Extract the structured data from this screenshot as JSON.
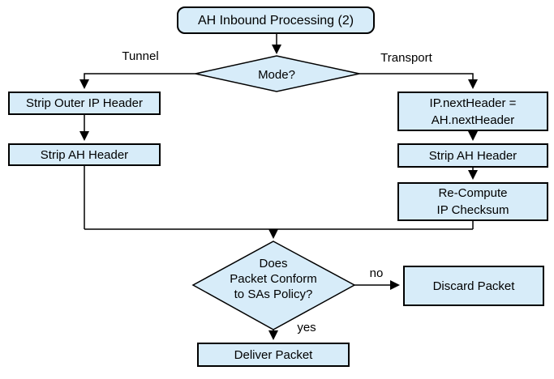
{
  "diagram": {
    "title": "AH Inbound Processing (2)",
    "colors": {
      "node_fill": "#d7ecf9",
      "node_border": "#000000",
      "text": "#000000",
      "background": "#ffffff"
    },
    "nodes": {
      "start": {
        "type": "terminator",
        "lines": [
          "AH Inbound Processing (2)"
        ]
      },
      "mode_decision": {
        "type": "decision",
        "lines": [
          "Mode?"
        ]
      },
      "strip_outer_ip": {
        "type": "process",
        "lines": [
          "Strip Outer IP Header"
        ]
      },
      "strip_ah_tunnel": {
        "type": "process",
        "lines": [
          "Strip AH Header"
        ]
      },
      "ip_next_header": {
        "type": "process",
        "lines": [
          "IP.nextHeader =",
          "AH.nextHeader"
        ]
      },
      "strip_ah_transport": {
        "type": "process",
        "lines": [
          "Strip AH Header"
        ]
      },
      "recompute_checksum": {
        "type": "process",
        "lines": [
          "Re-Compute",
          "IP Checksum"
        ]
      },
      "policy_decision": {
        "type": "decision",
        "lines": [
          "Does",
          "Packet Conform",
          "to SAs Policy?"
        ]
      },
      "discard_packet": {
        "type": "process",
        "lines": [
          "Discard Packet"
        ]
      },
      "deliver_packet": {
        "type": "process",
        "lines": [
          "Deliver Packet"
        ]
      }
    },
    "edges": [
      {
        "from": "start",
        "to": "mode_decision",
        "label": ""
      },
      {
        "from": "mode_decision",
        "to": "strip_outer_ip",
        "label": "Tunnel"
      },
      {
        "from": "strip_outer_ip",
        "to": "strip_ah_tunnel",
        "label": ""
      },
      {
        "from": "strip_ah_tunnel",
        "to": "policy_decision",
        "label": ""
      },
      {
        "from": "mode_decision",
        "to": "ip_next_header",
        "label": "Transport"
      },
      {
        "from": "ip_next_header",
        "to": "strip_ah_transport",
        "label": ""
      },
      {
        "from": "strip_ah_transport",
        "to": "recompute_checksum",
        "label": ""
      },
      {
        "from": "recompute_checksum",
        "to": "policy_decision",
        "label": ""
      },
      {
        "from": "policy_decision",
        "to": "discard_packet",
        "label": "no"
      },
      {
        "from": "policy_decision",
        "to": "deliver_packet",
        "label": "yes"
      }
    ]
  }
}
